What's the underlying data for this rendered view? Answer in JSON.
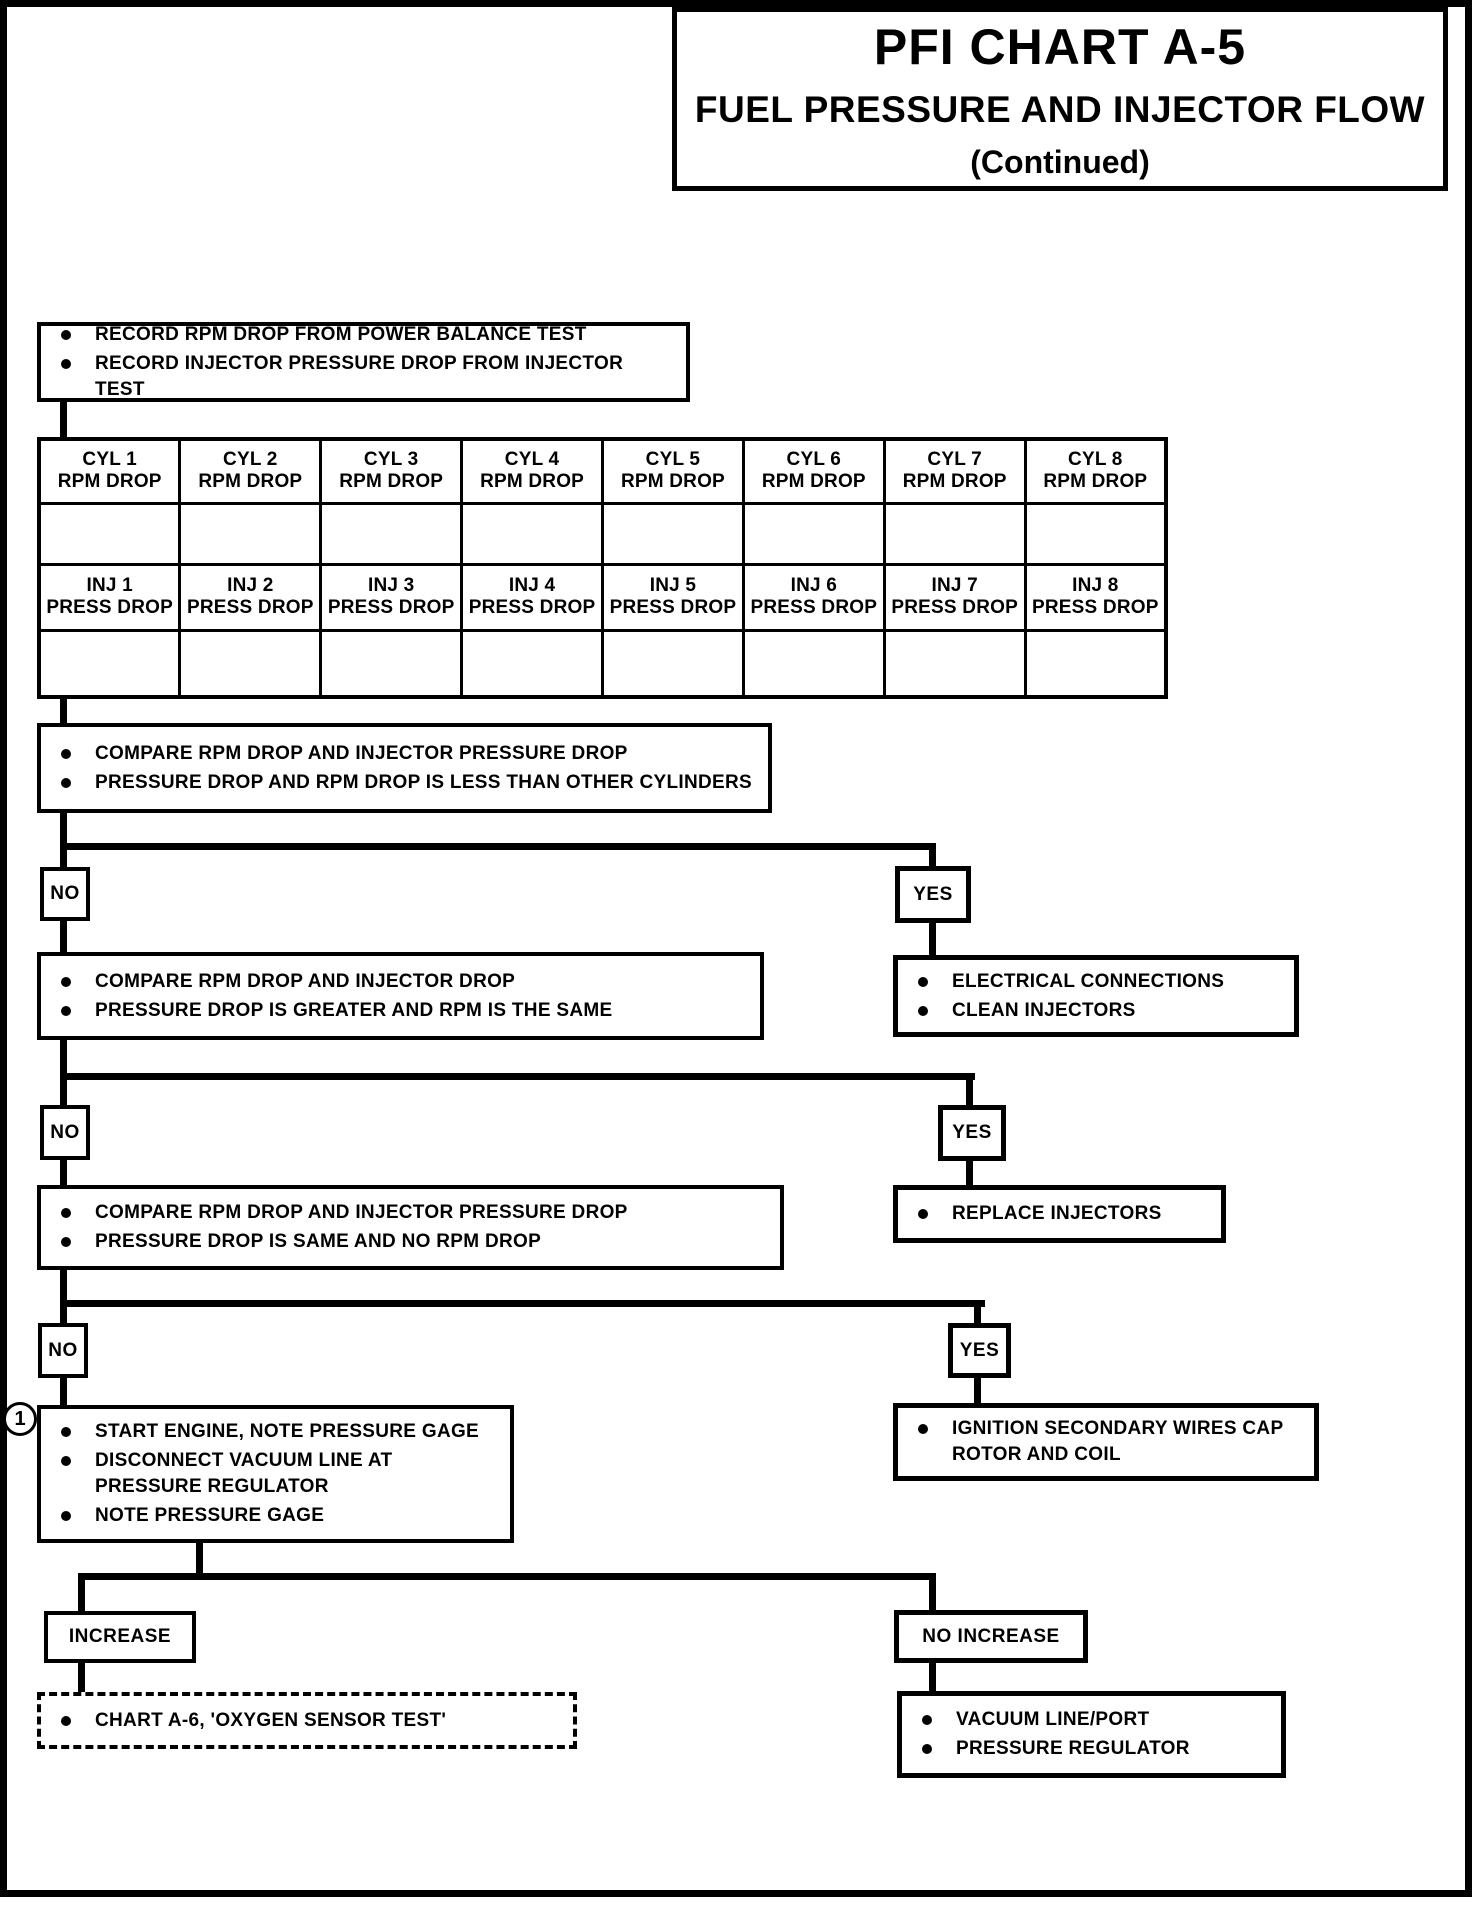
{
  "title": {
    "line1": "PFI CHART A-5",
    "line2": "FUEL PRESSURE AND INJECTOR FLOW",
    "line3": "(Continued)"
  },
  "labels": {
    "no": "NO",
    "yes": "YES",
    "increase": "INCREASE",
    "no_increase": "NO INCREASE"
  },
  "footnote_marker": "1",
  "table": {
    "rpm_headers": [
      {
        "l1": "CYL 1",
        "l2": "RPM DROP"
      },
      {
        "l1": "CYL 2",
        "l2": "RPM DROP"
      },
      {
        "l1": "CYL 3",
        "l2": "RPM DROP"
      },
      {
        "l1": "CYL 4",
        "l2": "RPM DROP"
      },
      {
        "l1": "CYL 5",
        "l2": "RPM DROP"
      },
      {
        "l1": "CYL 6",
        "l2": "RPM DROP"
      },
      {
        "l1": "CYL 7",
        "l2": "RPM DROP"
      },
      {
        "l1": "CYL 8",
        "l2": "RPM DROP"
      }
    ],
    "rpm_values": [
      "",
      "",
      "",
      "",
      "",
      "",
      "",
      ""
    ],
    "inj_headers": [
      {
        "l1": "INJ 1",
        "l2": "PRESS DROP"
      },
      {
        "l1": "INJ 2",
        "l2": "PRESS DROP"
      },
      {
        "l1": "INJ 3",
        "l2": "PRESS DROP"
      },
      {
        "l1": "INJ 4",
        "l2": "PRESS DROP"
      },
      {
        "l1": "INJ 5",
        "l2": "PRESS DROP"
      },
      {
        "l1": "INJ 6",
        "l2": "PRESS DROP"
      },
      {
        "l1": "INJ 7",
        "l2": "PRESS DROP"
      },
      {
        "l1": "INJ 8",
        "l2": "PRESS DROP"
      }
    ],
    "inj_values": [
      "",
      "",
      "",
      "",
      "",
      "",
      "",
      ""
    ]
  },
  "nodes": {
    "record": {
      "items": [
        "RECORD RPM DROP FROM POWER BALANCE TEST",
        "RECORD INJECTOR PRESSURE DROP FROM INJECTOR TEST"
      ]
    },
    "compare1": {
      "items": [
        "COMPARE RPM DROP AND INJECTOR PRESSURE DROP",
        "PRESSURE DROP AND RPM DROP IS LESS THAN OTHER CYLINDERS"
      ]
    },
    "electrical": {
      "items": [
        "ELECTRICAL CONNECTIONS",
        "CLEAN INJECTORS"
      ]
    },
    "compare2": {
      "items": [
        "COMPARE RPM DROP AND INJECTOR DROP",
        "PRESSURE DROP IS GREATER AND RPM IS THE SAME"
      ]
    },
    "replace": {
      "items": [
        "REPLACE INJECTORS"
      ]
    },
    "compare3": {
      "items": [
        "COMPARE RPM DROP AND INJECTOR PRESSURE DROP",
        "PRESSURE DROP IS SAME AND NO RPM DROP"
      ]
    },
    "ignition": {
      "items": [
        "IGNITION SECONDARY WIRES CAP ROTOR AND COIL"
      ]
    },
    "start_engine": {
      "items": [
        "START ENGINE, NOTE PRESSURE GAGE",
        "DISCONNECT VACUUM LINE AT PRESSURE REGULATOR",
        "NOTE PRESSURE GAGE"
      ]
    },
    "chart_a6": {
      "items": [
        "CHART A-6, 'OXYGEN SENSOR TEST'"
      ]
    },
    "vacuum": {
      "items": [
        "VACUUM LINE/PORT",
        "PRESSURE REGULATOR"
      ]
    }
  }
}
